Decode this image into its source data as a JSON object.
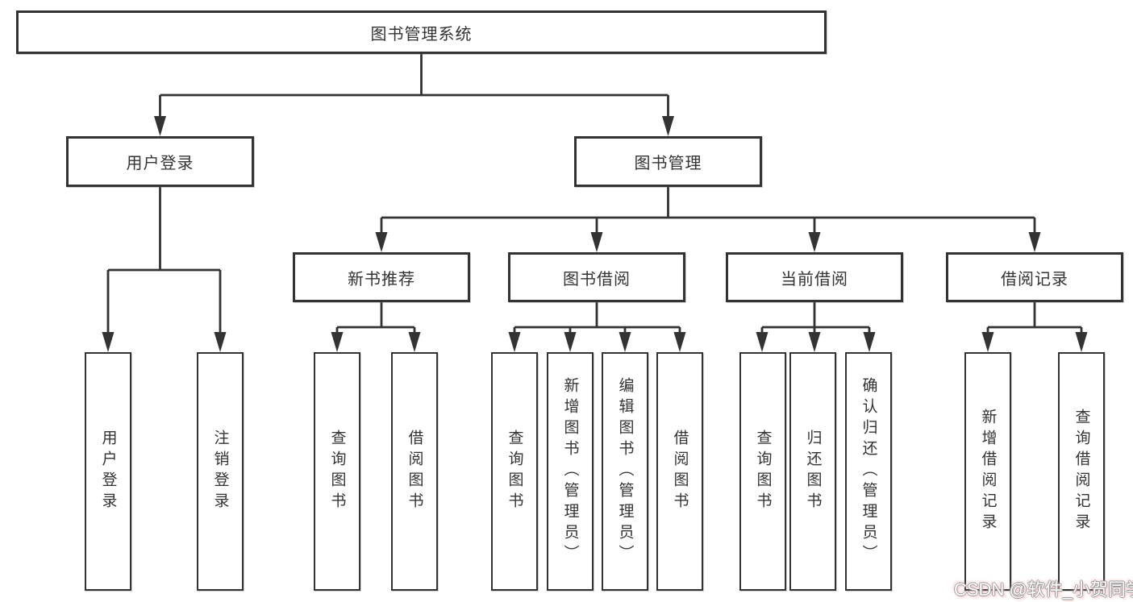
{
  "nodes": {
    "root": "图书管理系统",
    "user_login": "用户登录",
    "book_management": "图书管理",
    "new_book_recommend": "新书推荐",
    "book_borrowing": "图书借阅",
    "current_borrowing": "当前借阅",
    "borrowing_records": "借阅记录",
    "leaves": {
      "user_login_group": [
        "用户登录",
        "注销登录"
      ],
      "new_book_group": [
        "查询图书",
        "借阅图书"
      ],
      "book_borrowing_group": [
        "查询图书",
        "新增图书（管理员）",
        "编辑图书（管理员）",
        "借阅图书"
      ],
      "current_borrowing_group": [
        "查询图书",
        "归还图书",
        "确认归还（管理员）"
      ],
      "borrowing_records_group": [
        "新增借阅记录",
        "查询借阅记录"
      ]
    }
  },
  "watermark": "CSDN @软件_小贺同学",
  "colors": {
    "line": "#333333",
    "box_border": "#333333",
    "text": "#333333",
    "background": "#ffffff",
    "watermark_fill": "#ffffff",
    "watermark_outline": "#9a9a9a",
    "watermark_tint": "#f0a6a6"
  }
}
